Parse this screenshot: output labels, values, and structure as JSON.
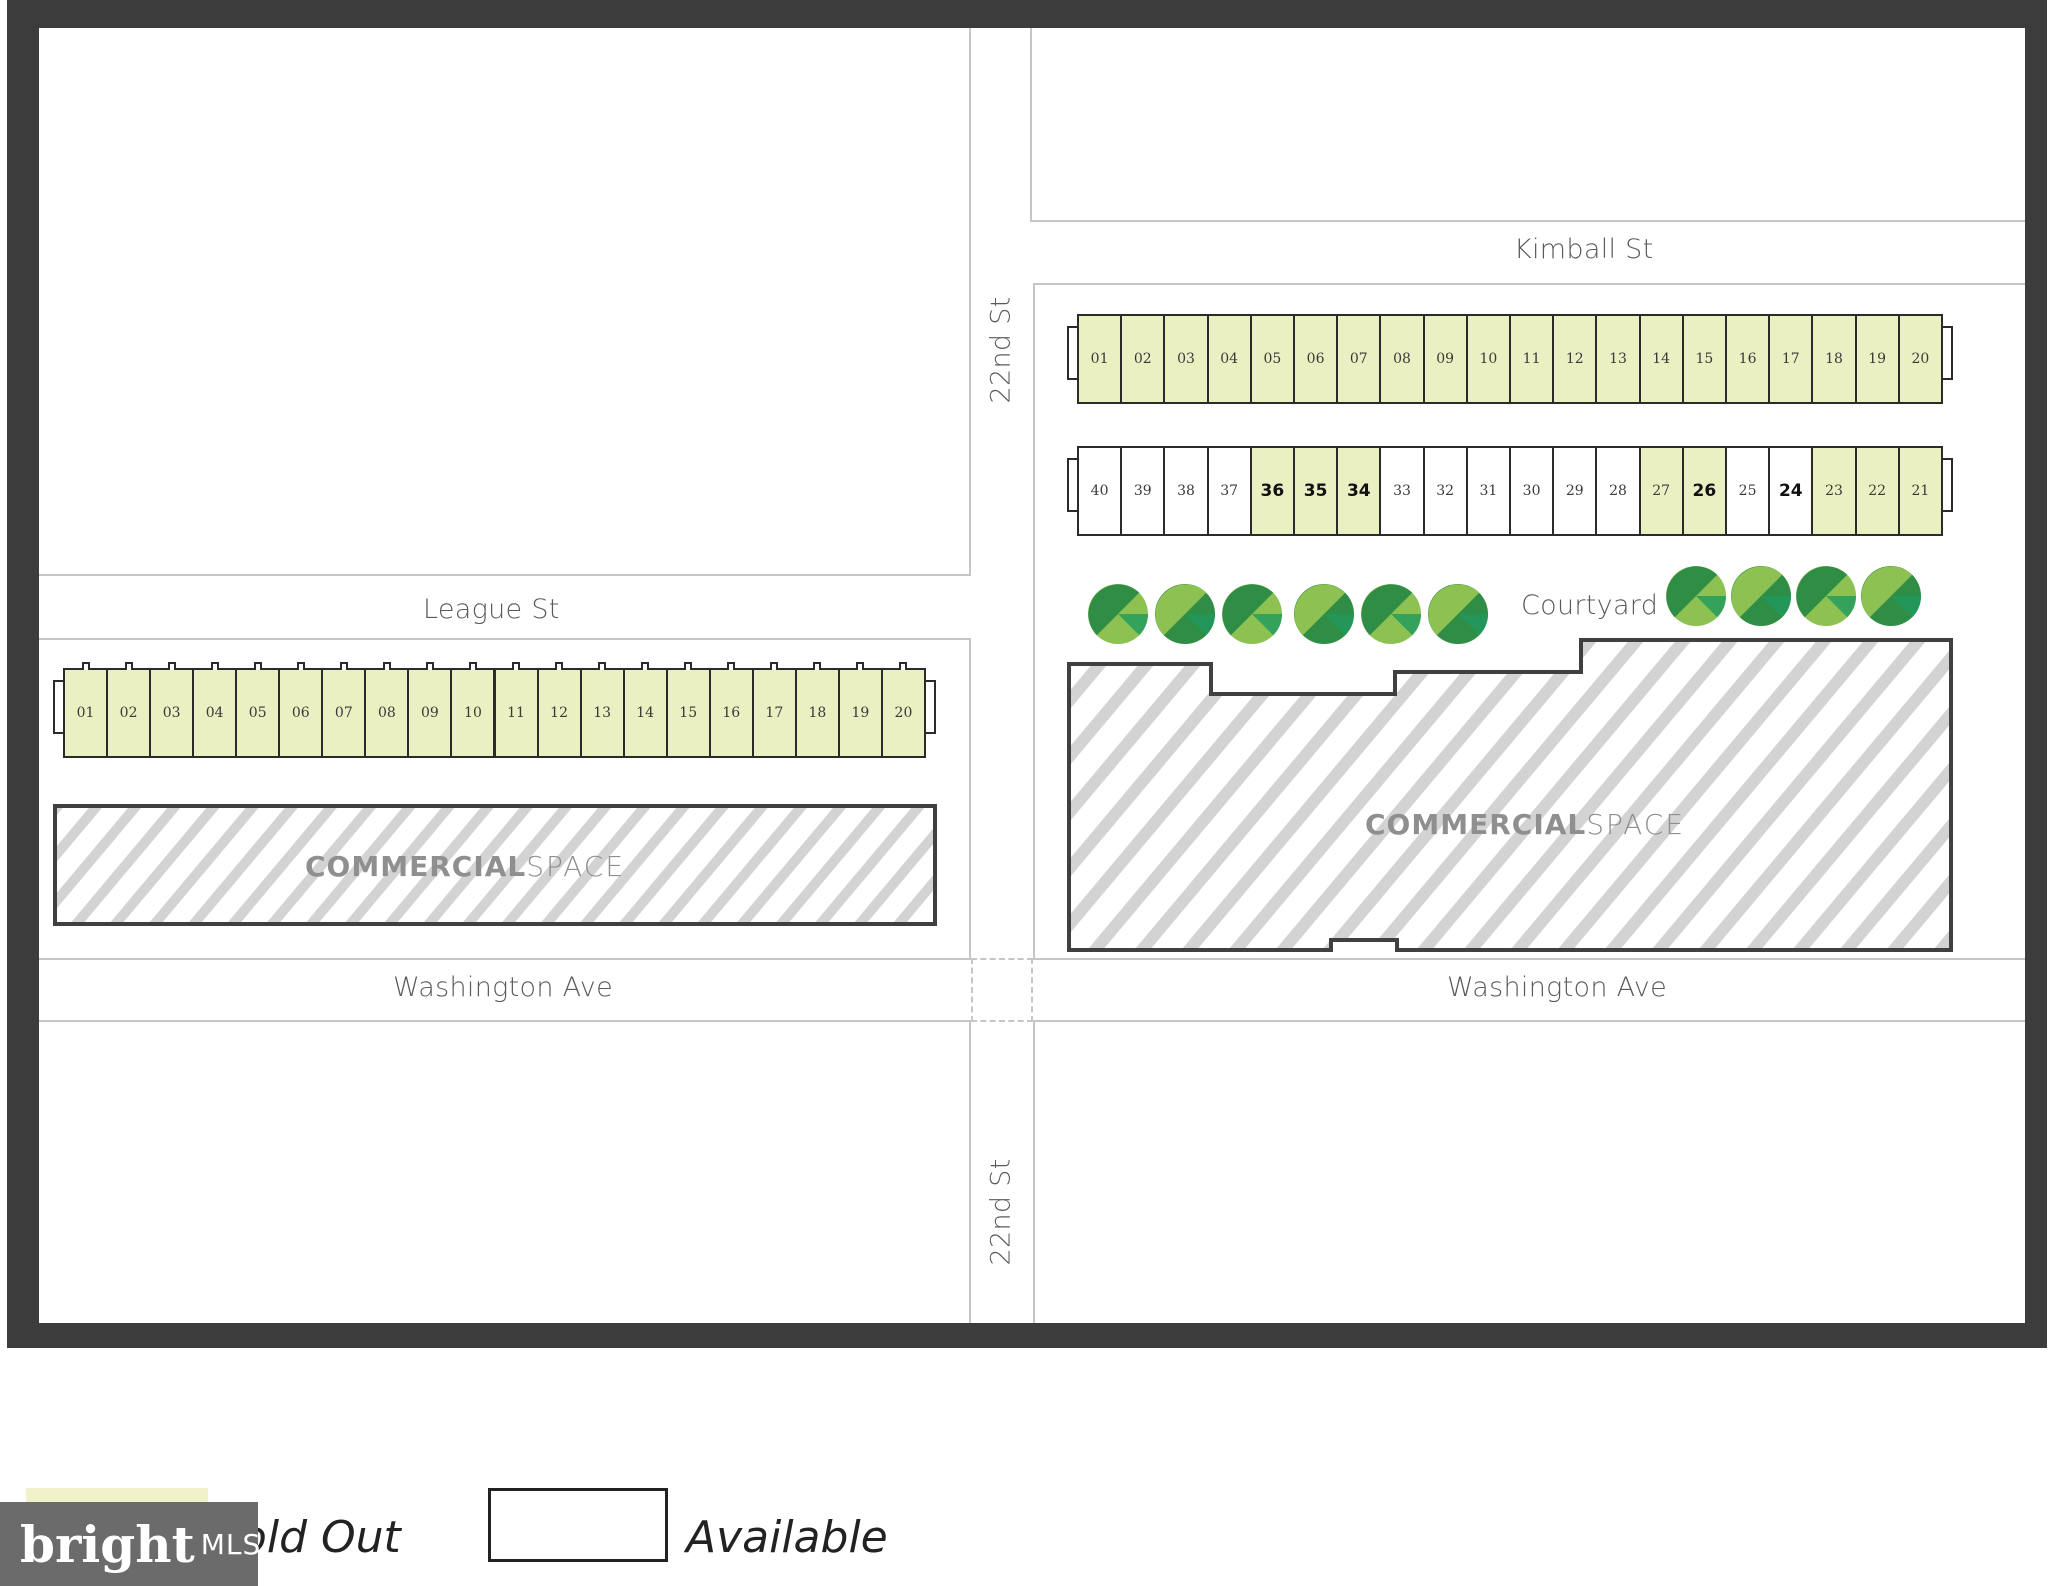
{
  "colors": {
    "sold_out_fill": "#eaf0c1",
    "available_fill": "#ffffff",
    "tree_green_dark": "#2f8d45",
    "tree_green_light": "#8dc253",
    "tree_green_mid": "#1f9a5e",
    "frame": "#3c3c3c",
    "hatch": "#cfcfcf"
  },
  "streets": {
    "kimball": "Kimball St",
    "league": "League St",
    "washington_left": "Washington Ave",
    "washington_right": "Washington Ave",
    "twenty_second_top": "22nd St",
    "twenty_second_bottom": "22nd St",
    "courtyard": "Courtyard"
  },
  "commercial": {
    "left": {
      "bold": "COMMERCIAL",
      "light": "SPACE"
    },
    "right": {
      "bold": "COMMERCIAL",
      "light": "SPACE"
    }
  },
  "buildings": {
    "left_row": {
      "units": [
        {
          "label": "01",
          "status": "sold"
        },
        {
          "label": "02",
          "status": "sold"
        },
        {
          "label": "03",
          "status": "sold"
        },
        {
          "label": "04",
          "status": "sold"
        },
        {
          "label": "05",
          "status": "sold"
        },
        {
          "label": "06",
          "status": "sold"
        },
        {
          "label": "07",
          "status": "sold"
        },
        {
          "label": "08",
          "status": "sold"
        },
        {
          "label": "09",
          "status": "sold"
        },
        {
          "label": "10",
          "status": "sold"
        },
        {
          "label": "11",
          "status": "sold"
        },
        {
          "label": "12",
          "status": "sold"
        },
        {
          "label": "13",
          "status": "sold"
        },
        {
          "label": "14",
          "status": "sold"
        },
        {
          "label": "15",
          "status": "sold"
        },
        {
          "label": "16",
          "status": "sold"
        },
        {
          "label": "17",
          "status": "sold"
        },
        {
          "label": "18",
          "status": "sold"
        },
        {
          "label": "19",
          "status": "sold"
        },
        {
          "label": "20",
          "status": "sold"
        }
      ]
    },
    "right_top_row": {
      "units": [
        {
          "label": "01",
          "status": "sold"
        },
        {
          "label": "02",
          "status": "sold"
        },
        {
          "label": "03",
          "status": "sold"
        },
        {
          "label": "04",
          "status": "sold"
        },
        {
          "label": "05",
          "status": "sold"
        },
        {
          "label": "06",
          "status": "sold"
        },
        {
          "label": "07",
          "status": "sold"
        },
        {
          "label": "08",
          "status": "sold"
        },
        {
          "label": "09",
          "status": "sold"
        },
        {
          "label": "10",
          "status": "sold"
        },
        {
          "label": "11",
          "status": "sold"
        },
        {
          "label": "12",
          "status": "sold"
        },
        {
          "label": "13",
          "status": "sold"
        },
        {
          "label": "14",
          "status": "sold"
        },
        {
          "label": "15",
          "status": "sold"
        },
        {
          "label": "16",
          "status": "sold"
        },
        {
          "label": "17",
          "status": "sold"
        },
        {
          "label": "18",
          "status": "sold"
        },
        {
          "label": "19",
          "status": "sold"
        },
        {
          "label": "20",
          "status": "sold"
        }
      ]
    },
    "right_bottom_row": {
      "units": [
        {
          "label": "40",
          "status": "available",
          "bold": false
        },
        {
          "label": "39",
          "status": "available",
          "bold": false
        },
        {
          "label": "38",
          "status": "available",
          "bold": false
        },
        {
          "label": "37",
          "status": "available",
          "bold": false
        },
        {
          "label": "36",
          "status": "sold",
          "bold": true
        },
        {
          "label": "35",
          "status": "sold",
          "bold": true
        },
        {
          "label": "34",
          "status": "sold",
          "bold": true
        },
        {
          "label": "33",
          "status": "available",
          "bold": false
        },
        {
          "label": "32",
          "status": "available",
          "bold": false
        },
        {
          "label": "31",
          "status": "available",
          "bold": false
        },
        {
          "label": "30",
          "status": "available",
          "bold": false
        },
        {
          "label": "29",
          "status": "available",
          "bold": false
        },
        {
          "label": "28",
          "status": "available",
          "bold": false
        },
        {
          "label": "27",
          "status": "sold",
          "bold": false
        },
        {
          "label": "26",
          "status": "sold",
          "bold": true
        },
        {
          "label": "25",
          "status": "available",
          "bold": false
        },
        {
          "label": "24",
          "status": "available",
          "bold": true
        },
        {
          "label": "23",
          "status": "sold",
          "bold": false
        },
        {
          "label": "22",
          "status": "sold",
          "bold": false
        },
        {
          "label": "21",
          "status": "sold",
          "bold": false
        }
      ]
    }
  },
  "trees": {
    "left_group_count": 6,
    "right_group_count": 4
  },
  "legend": {
    "sold_out": "Sold Out",
    "available": "Available"
  },
  "watermark": {
    "brand": "bright",
    "suffix": "MLS"
  }
}
